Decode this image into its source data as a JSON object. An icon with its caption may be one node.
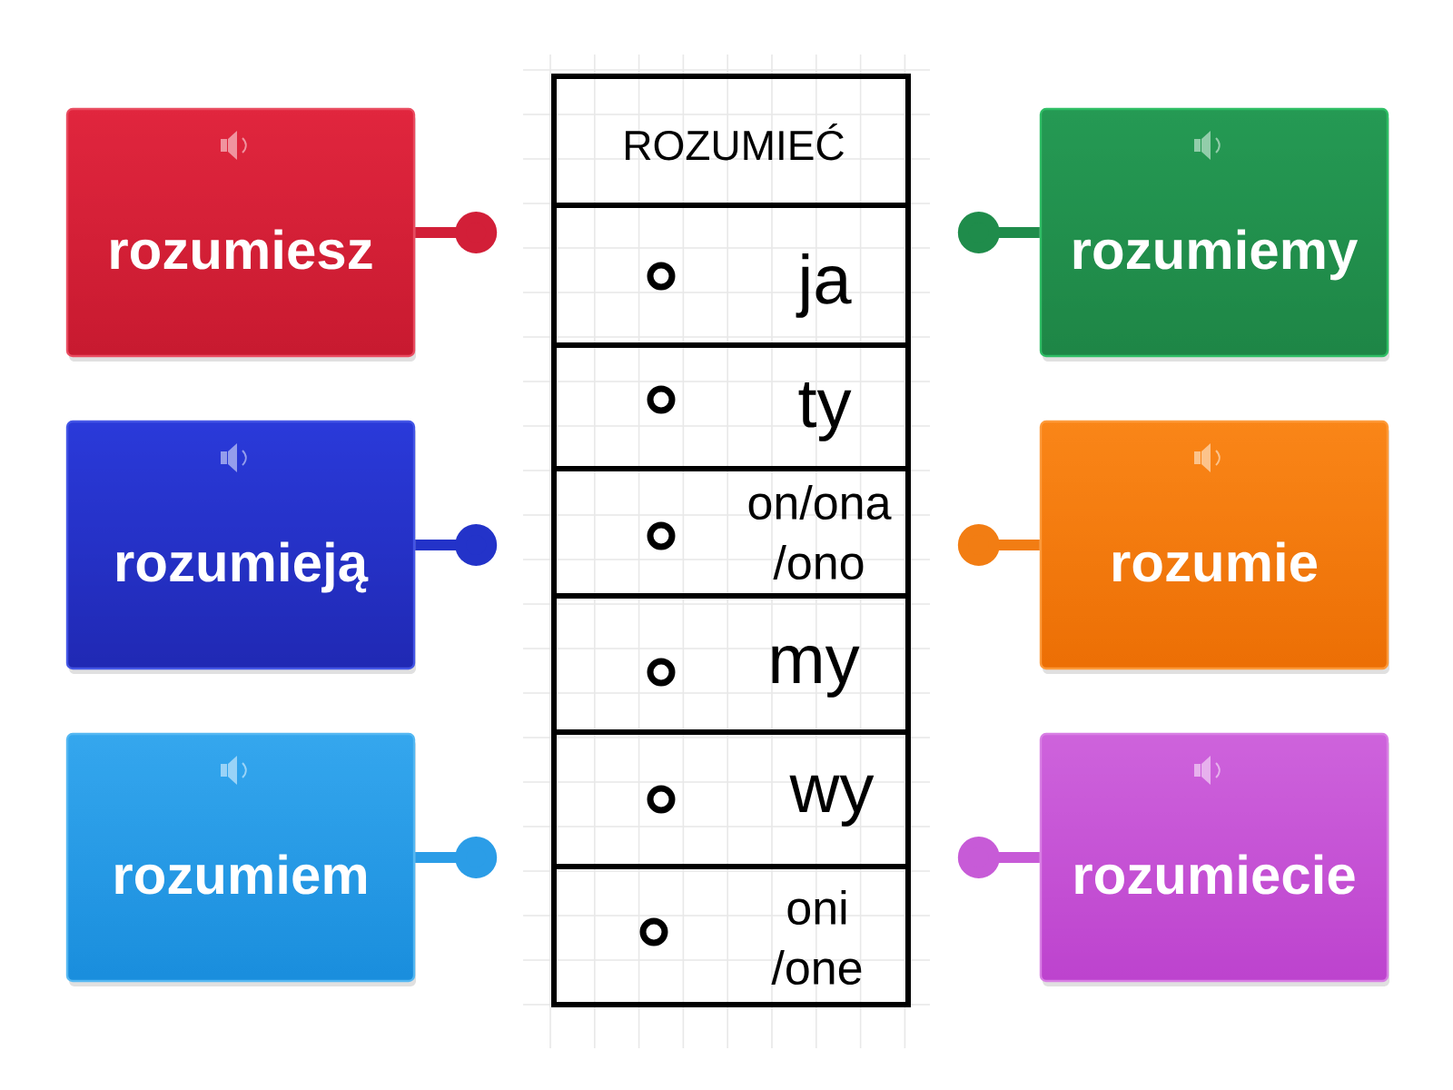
{
  "diagram": {
    "nodes": [
      {
        "text": [
          "rozumiesz"
        ]
      },
      {
        "text": [
          "rozumiemy"
        ]
      },
      {
        "text": [
          "rozumieją"
        ]
      },
      {
        "text": [
          "rozumie"
        ]
      },
      {
        "text": [
          "rozumiem"
        ]
      },
      {
        "text": [
          "rozumiecie"
        ]
      }
    ],
    "edges": [
      {
        "from": 0,
        "to": null,
        "arrow": "other",
        "color": "#d21f38"
      },
      {
        "from": 1,
        "to": null,
        "arrow": "other",
        "color": "#1f8c4b"
      },
      {
        "from": 2,
        "to": null,
        "arrow": "other",
        "color": "#2333c9"
      },
      {
        "from": 3,
        "to": null,
        "arrow": "other",
        "color": "#f27d13"
      },
      {
        "from": 4,
        "to": null,
        "arrow": "other",
        "color": "#2b9de7"
      },
      {
        "from": 5,
        "to": null,
        "arrow": "other",
        "color": "#c75bd7"
      }
    ],
    "labels": [
      "ROZUMIEĆ",
      "ja",
      "ty",
      "on/ona /ono",
      "my",
      "wy",
      "oni /one"
    ]
  }
}
